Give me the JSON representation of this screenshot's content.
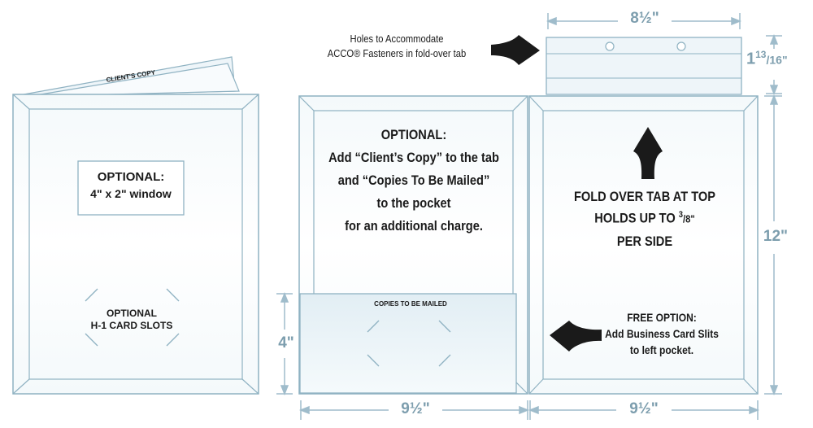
{
  "folder": {
    "tab_label": "CLIENT'S COPY",
    "window_label_line1": "OPTIONAL:",
    "window_label_line2": "4\" x 2\" window",
    "card_slots_line1": "OPTIONAL",
    "card_slots_line2": "H-1 CARD SLOTS"
  },
  "callouts": {
    "holes_line1": "Holes to Accommodate",
    "holes_line2": "ACCO® Fasteners in fold-over tab",
    "optional_title": "OPTIONAL:",
    "optional_lines": [
      "Add “Client’s Copy” to the tab",
      "and “Copies To Be Mailed”",
      "to the pocket",
      "for an additional charge."
    ],
    "pocket_label": "COPIES TO BE MAILED",
    "fold_lines": [
      "FOLD OVER TAB AT TOP",
      "HOLDS UP TO",
      "PER SIDE"
    ],
    "fold_fraction_num": "3",
    "fold_fraction_den": "8\"",
    "free_lines": [
      "FREE OPTION:",
      "Add Business Card Slits",
      "to left pocket."
    ]
  },
  "dimensions": {
    "tab_width_whole": "8",
    "tab_width_frac": "½\"",
    "tab_height_whole": "1",
    "tab_height_num": "13",
    "tab_height_den": "16\"",
    "height": "12\"",
    "pocket_height": "4\"",
    "left_width_whole": "9",
    "left_width_frac": "½\"",
    "right_width_whole": "9",
    "right_width_frac": "½\""
  },
  "colors": {
    "outline": "#8fb2c2",
    "dimension": "#7d9eae",
    "panel_fill": "#eef5f9",
    "arrow": "#1a1a1a"
  },
  "icons": [
    "right-arrow-icon",
    "left-arrow-icon",
    "up-arrow-icon",
    "fastener-hole-icon"
  ]
}
